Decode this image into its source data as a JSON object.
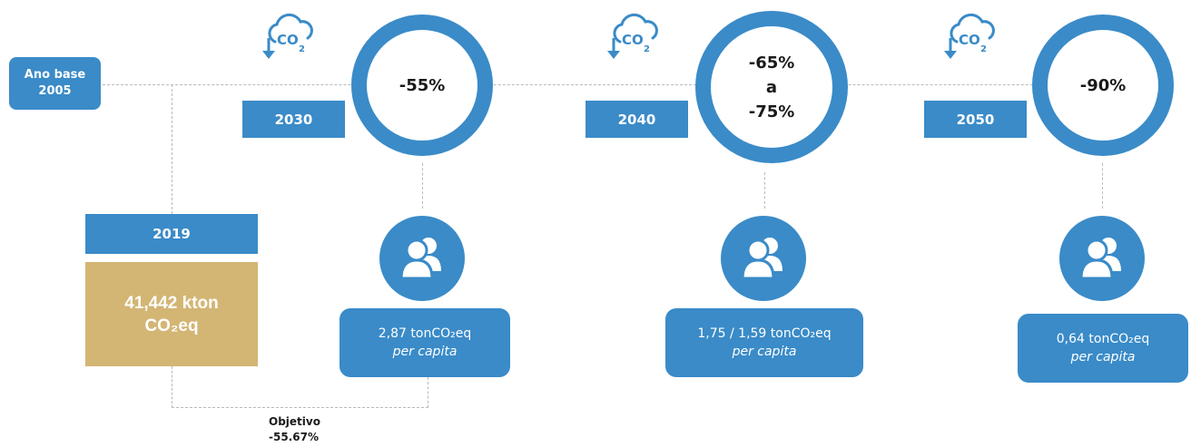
{
  "base": {
    "line1": "Ano base",
    "line2": "2005"
  },
  "baseline": {
    "year": "2019",
    "value_line1": "41,442 kton",
    "value_line2": "CO₂eq"
  },
  "objective": {
    "label": "Objetivo",
    "value": "-55.67%"
  },
  "milestones": [
    {
      "year": "2030",
      "reduction": [
        "-55%"
      ],
      "per_capita_value": "2,87 tonCO₂eq",
      "per_capita_label": "per capita"
    },
    {
      "year": "2040",
      "reduction": [
        "-65%",
        "a",
        "-75%"
      ],
      "per_capita_value": "1,75 / 1,59 tonCO₂eq",
      "per_capita_label": "per capita"
    },
    {
      "year": "2050",
      "reduction": [
        "-90%"
      ],
      "per_capita_value": "0,64 tonCO₂eq",
      "per_capita_label": "per capita"
    }
  ],
  "icons": [
    "co2-reduction-icon",
    "people-icon"
  ],
  "colors": {
    "accent": "#3a8bc8",
    "gold": "#d3b574",
    "dash": "#b9b9b9"
  }
}
